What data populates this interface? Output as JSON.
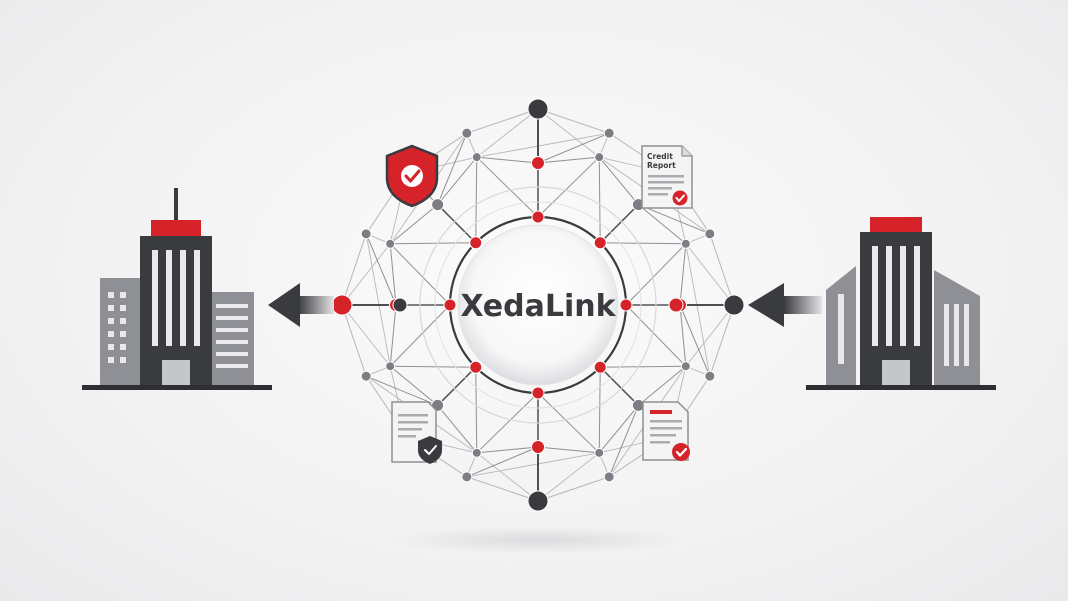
{
  "hub": {
    "label": "XedaLink"
  },
  "documents": {
    "credit_report_title_line1": "Credit",
    "credit_report_title_line2": "Report"
  },
  "icons": {
    "left_building": "building-icon",
    "right_building": "building-icon",
    "shield": "shield-check-icon",
    "credit_report": "credit-report-document-icon",
    "shield_document": "shield-document-icon",
    "verified_document": "verified-document-icon",
    "arrow_left": "arrow-left-icon"
  },
  "colors": {
    "accent_red": "#d6232a",
    "dark": "#3a3b3f",
    "mid_gray": "#7c7e83",
    "light_gray": "#a9abaf"
  }
}
